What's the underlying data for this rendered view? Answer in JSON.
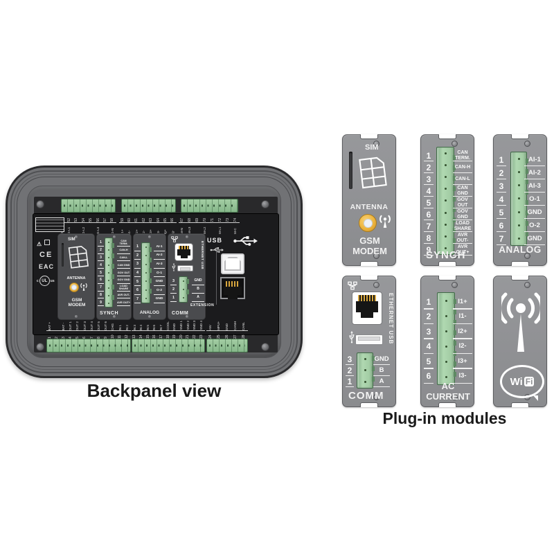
{
  "captions": {
    "backpanel": "Backpanel view",
    "plugin_modules": "Plug-in modules"
  },
  "pin_sets": {
    "synch": [
      {
        "n": "1",
        "l": "CAN TERM."
      },
      {
        "n": "2",
        "l": "CAN-H"
      },
      {
        "n": "3",
        "l": "CAN-L"
      },
      {
        "n": "4",
        "l": "CAN GND"
      },
      {
        "n": "5",
        "l": "GOV OUT"
      },
      {
        "n": "6",
        "l": "GOV GND"
      },
      {
        "n": "7",
        "l": "LOAD SHARE"
      },
      {
        "n": "8",
        "l": "AVR OUT-"
      },
      {
        "n": "9",
        "l": "AVR OUT+"
      }
    ],
    "analog": [
      {
        "n": "1",
        "l": "AI-1"
      },
      {
        "n": "2",
        "l": "AI-2"
      },
      {
        "n": "3",
        "l": "AI-3"
      },
      {
        "n": "4",
        "l": "O-1"
      },
      {
        "n": "5",
        "l": "GND"
      },
      {
        "n": "6",
        "l": "O-2"
      },
      {
        "n": "7",
        "l": "GND"
      }
    ],
    "comm": [
      {
        "n": "3",
        "l": "GND"
      },
      {
        "n": "2",
        "l": "B"
      },
      {
        "n": "1",
        "l": "A"
      }
    ],
    "ac_current": [
      {
        "n": "1",
        "l": "I1+"
      },
      {
        "n": "2",
        "l": "I1-"
      },
      {
        "n": "3",
        "l": "I2+"
      },
      {
        "n": "4",
        "l": "I2-"
      },
      {
        "n": "5",
        "l": "I3+"
      },
      {
        "n": "6",
        "l": "I3-"
      }
    ]
  },
  "terminals": {
    "top_group1": [
      {
        "n": "51",
        "l": "G-C"
      },
      {
        "n": "52",
        "l": "G-L1"
      },
      {
        "n": "53",
        "l": ""
      },
      {
        "n": "54",
        "l": "G-L2"
      },
      {
        "n": "55",
        "l": ""
      },
      {
        "n": "56",
        "l": "G-L3"
      },
      {
        "n": "57",
        "l": ""
      },
      {
        "n": "58",
        "l": "G-N"
      }
    ],
    "top_group2": [
      {
        "n": "59",
        "l": "I1+"
      },
      {
        "n": "60",
        "l": "I1-"
      },
      {
        "n": "61",
        "l": "I2+"
      },
      {
        "n": "62",
        "l": "I2-"
      },
      {
        "n": "63",
        "l": "I3+"
      },
      {
        "n": "64",
        "l": "I3-"
      },
      {
        "n": "65",
        "l": "Ig+"
      },
      {
        "n": "66",
        "l": "Ig-"
      }
    ],
    "top_group3": [
      {
        "n": "67",
        "l": "M-N"
      },
      {
        "n": "68",
        "l": "M-L3"
      },
      {
        "n": "69",
        "l": ""
      },
      {
        "n": "70",
        "l": "M-L2"
      },
      {
        "n": "71",
        "l": ""
      },
      {
        "n": "72",
        "l": "M-L1"
      },
      {
        "n": "73",
        "l": ""
      },
      {
        "n": "74",
        "l": "M-C"
      }
    ],
    "bottom_group1": [
      {
        "n": "1",
        "l": "BAT +"
      },
      {
        "n": "2",
        "l": ""
      },
      {
        "n": "3",
        "l": "BAT -"
      },
      {
        "n": "4",
        "l": "OUT 1"
      },
      {
        "n": "5",
        "l": "OUT 2"
      },
      {
        "n": "6",
        "l": "OUT 3"
      },
      {
        "n": "7",
        "l": "OUT 4"
      },
      {
        "n": "8",
        "l": "OUT 5"
      },
      {
        "n": "9",
        "l": "OUT 6"
      },
      {
        "n": "10",
        "l": "CHG"
      },
      {
        "n": "11",
        "l": "IN 1"
      },
      {
        "n": "12",
        "l": "IN 2"
      }
    ],
    "bottom_group2": [
      {
        "n": "13",
        "l": "IN 3"
      },
      {
        "n": "14",
        "l": "IN 4"
      },
      {
        "n": "15",
        "l": "IN 5"
      },
      {
        "n": "16",
        "l": "IN 6"
      },
      {
        "n": "17",
        "l": "IN 7"
      },
      {
        "n": "18",
        "l": "COOL"
      },
      {
        "n": "19",
        "l": "GND"
      },
      {
        "n": "20",
        "l": "SND 1"
      },
      {
        "n": "21",
        "l": "SND 2"
      },
      {
        "n": "22",
        "l": "SND 3"
      },
      {
        "n": "23",
        "l": "SND 4"
      }
    ],
    "bottom_group3": [
      {
        "n": "24",
        "l": "+5V"
      },
      {
        "n": "25",
        "l": "MPU+"
      },
      {
        "n": "26",
        "l": "GND"
      },
      {
        "n": "27",
        "l": "CANH"
      },
      {
        "n": "28",
        "l": "CANL"
      }
    ]
  },
  "backpanel": {
    "usb": "USB",
    "extension": "EXTENSION",
    "ethernet_usb": "ETHERNET USB",
    "gsm_card": {
      "sim": "SIM",
      "antenna": "ANTENNA",
      "name": "GSM MODEM"
    },
    "synch_name": "SYNCH",
    "analog_name": "ANALOG",
    "comm_name": "COMM",
    "marks": {
      "warning": "⚠",
      "ce": "CE",
      "eac": "EAC",
      "ul": "UL",
      "ul_c": "c",
      "ul_us": "us"
    }
  },
  "modules": {
    "gsm": {
      "sim": "SIM",
      "antenna": "ANTENNA",
      "name": "GSM MODEM"
    },
    "synch": {
      "name": "SYNCH"
    },
    "analog": {
      "name": "ANALOG"
    },
    "comm": {
      "name": "COMM",
      "ethernet_usb": "ETHERNET USB"
    },
    "ac_current": {
      "name": "AC CURRENT"
    },
    "wifi": {
      "wi": "Wi",
      "fi": "Fi"
    }
  },
  "colors": {
    "module_gray": "#909194",
    "panel_black": "#1b1b1d",
    "connector_green": "#a3cda5",
    "antenna_gold": "#edb43c"
  }
}
